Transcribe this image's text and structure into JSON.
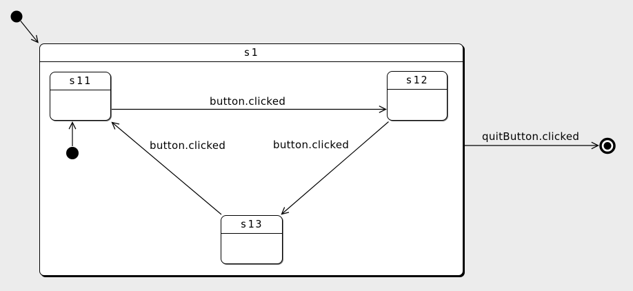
{
  "diagram": {
    "type": "uml-state-machine",
    "colors": {
      "background": "#ececec",
      "state_fill": "#ffffff",
      "line": "#000000"
    },
    "composite_state": {
      "label": "s1"
    },
    "states": [
      {
        "id": "s11",
        "label": "s11"
      },
      {
        "id": "s12",
        "label": "s12"
      },
      {
        "id": "s13",
        "label": "s13"
      }
    ],
    "transitions": [
      {
        "id": "s11-to-s12",
        "label": "button.clicked"
      },
      {
        "id": "s13-to-s11",
        "label": "button.clicked"
      },
      {
        "id": "s12-to-s13",
        "label": "button.clicked"
      },
      {
        "id": "s1-to-final",
        "label": "quitButton.clicked"
      }
    ],
    "pseudostates": {
      "outer_initial_icon": "initial-state-dot",
      "inner_initial_icon": "initial-state-dot",
      "final_icon": "final-state-bullseye"
    }
  }
}
